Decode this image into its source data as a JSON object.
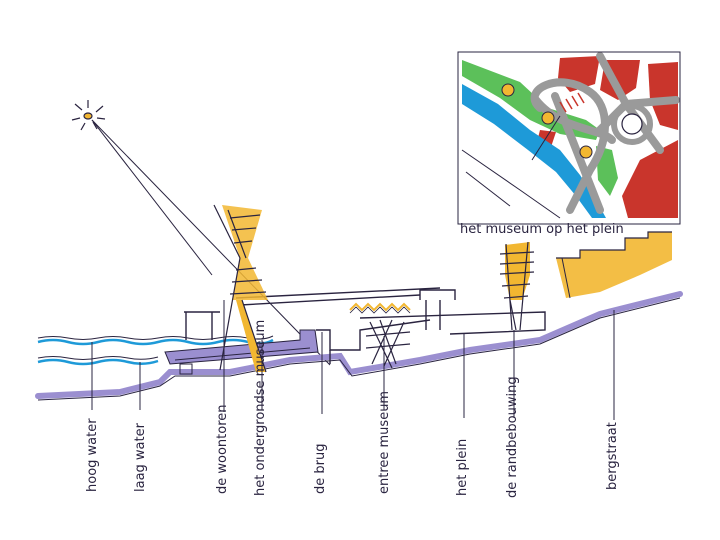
{
  "sketch": {
    "inset_caption": "het museum op het plein",
    "labels": [
      "hoog water",
      "laag water",
      "de woontoren",
      "het ondergrondse museum",
      "de brug",
      "entree museum",
      "het plein",
      "de randbebouwing",
      "bergstraat"
    ]
  },
  "colors": {
    "ink": "#2a2440",
    "water": "#1e9ad8",
    "ground": "#9b8fd0",
    "tower": "#f2b731",
    "green": "#5cc05a",
    "red": "#c9352c",
    "grey": "#9a9a9a"
  }
}
